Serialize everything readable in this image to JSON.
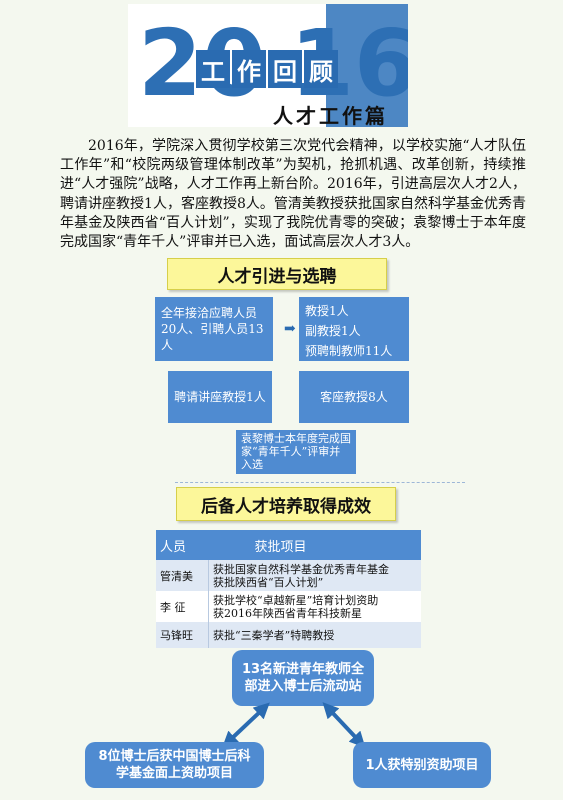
{
  "header": {
    "year_left": "20",
    "year_right": "16",
    "review_chars": [
      "工",
      "作",
      "回",
      "顾"
    ],
    "subtitle": "人才工作篇"
  },
  "intro": "2016年，学院深入贯彻学校第三次党代会精神，以学校实施“人才队伍工作年”和“校院两级管理体制改革”为契机，抢抓机遇、改革创新，持续推进“人才强院”战略，人才工作再上新台阶。2016年，引进高层次人才2人，聘请讲座教授1人，客座教授8人。管清美教授获批国家自然科学基金优秀青年基金及陕西省“百人计划”，实现了我院优青零的突破；袁黎博士于本年度完成国家“青年千人”评审并已入选，面试高层次人才3人。",
  "section1": {
    "title": "人才引进与选聘",
    "recruit_box": "全年接洽应聘人员20人、引聘人员13人",
    "arrow": "➡",
    "hired_lines": [
      "教授1人",
      "副教授1人",
      "预聘制教师11人"
    ],
    "lecture_prof": "聘请讲座教授1人",
    "guest_prof": "客座教授8人",
    "yuanli": "袁黎博士本年度完成国家“青年千人”评审并入选"
  },
  "section2": {
    "title": "后备人才培养取得成效",
    "table_headers": [
      "人员",
      "获批项目"
    ],
    "rows": [
      {
        "name": "管清美",
        "items": [
          "获批国家自然科学基金优秀青年基金",
          "获批陕西省“百人计划”"
        ]
      },
      {
        "name": "李  征",
        "items": [
          "获批学校“卓越新星”培育计划资助",
          "获2016年陕西省青年科技新星"
        ]
      },
      {
        "name": "马锋旺",
        "items": [
          "获批“三秦学者”特聘教授"
        ]
      }
    ],
    "postdoc_top": "13名新进青年教师全部进入博士后流动站",
    "postdoc_left": "8位博士后获中国博士后科学基金面上资助项目",
    "postdoc_right": "1人获特别资助项目"
  },
  "colors": {
    "accent_blue": "#4f8bd1",
    "header_blue": "#2d6fb4",
    "yellow": "#fcf79a",
    "background": "#f4f8ef"
  }
}
